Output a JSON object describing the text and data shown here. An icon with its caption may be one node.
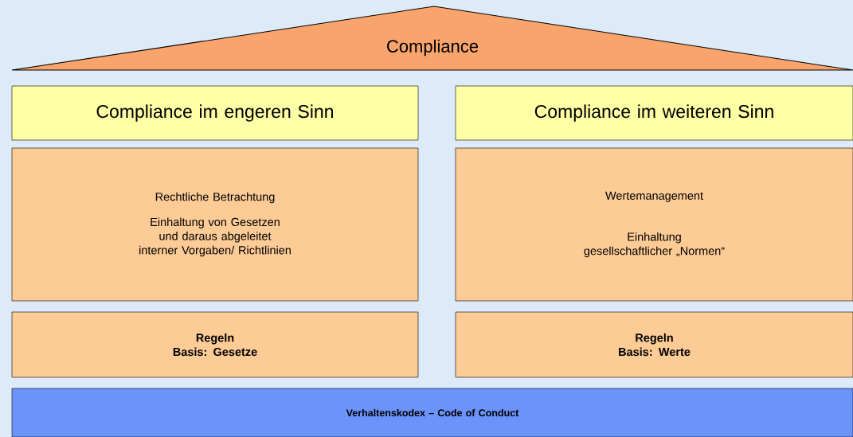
{
  "diagram": {
    "nodes": [
      {
        "text": [
          "Compliance"
        ]
      },
      {
        "text": [
          "Compliance im engeren Sinn"
        ]
      },
      {
        "text": [
          "Compliance im weiteren Sinn"
        ]
      },
      {
        "text": [
          "Rechtliche Betrachtung",
          "Einhaltung von Gesetzen und daraus abgeleitet interner Vorgaben/ Richtlinien"
        ]
      },
      {
        "text": [
          "Wertemanagement",
          "Einhaltung gesellschaftlicher „Normen“"
        ]
      },
      {
        "text": [
          "Regeln",
          "Basis: Gesetze"
        ]
      },
      {
        "text": [
          "Regeln",
          "Basis: Werte"
        ]
      },
      {
        "text": [
          "Verhaltenskodex – Code of Conduct"
        ]
      }
    ]
  }
}
